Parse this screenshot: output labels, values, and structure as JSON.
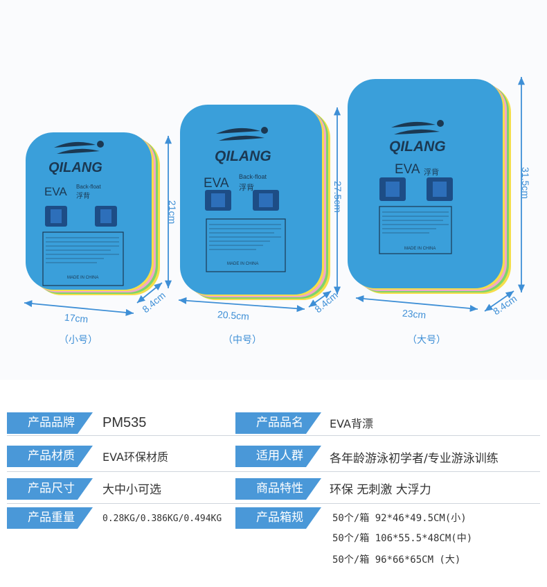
{
  "colors": {
    "accent": "#4a98d8",
    "board": "#3a9fda",
    "dimension": "#3e8fd6"
  },
  "boards": [
    {
      "logo": "QILANG",
      "eva": "EVA",
      "subtitle_en": "Back-float",
      "subtitle_cn": "浮背",
      "made_in": "MADE IN CHINA",
      "height_label": "21cm",
      "width_label": "17cm",
      "depth_label": "8.4cm",
      "size_label": "（小号）"
    },
    {
      "logo": "QILANG",
      "eva": "EVA",
      "subtitle_en": "Back-float",
      "subtitle_cn": "浮背",
      "made_in": "MADE IN CHINA",
      "height_label": "27.5cm",
      "width_label": "20.5cm",
      "depth_label": "8.4cm",
      "size_label": "（中号）"
    },
    {
      "logo": "QILANG",
      "eva": "EVA",
      "subtitle_en": "",
      "subtitle_cn": "浮背",
      "made_in": "MADE IN CHINA",
      "height_label": "31.5cm",
      "width_label": "23cm",
      "depth_label": "8.4cm",
      "size_label": "（大号）"
    }
  ],
  "specs": {
    "brand_label": "产品品牌",
    "brand_value": "PM535",
    "name_label": "产品品名",
    "name_value": "EVA背漂",
    "material_label": "产品材质",
    "material_value": "EVA环保材质",
    "audience_label": "适用人群",
    "audience_value": "各年龄游泳初学者/专业游泳训练",
    "size_label": "产品尺寸",
    "size_value": "大中小可选",
    "feature_label": "商品特性",
    "feature_value": "环保 无刺激 大浮力",
    "weight_label": "产品重量",
    "weight_value": "0.28KG/0.386KG/0.494KG",
    "box_label": "产品箱规",
    "box_values": [
      "50个/箱 92*46*49.5CM(小)",
      "50个/箱 106*55.5*48CM(中)",
      "50个/箱 96*66*65CM (大)"
    ]
  }
}
